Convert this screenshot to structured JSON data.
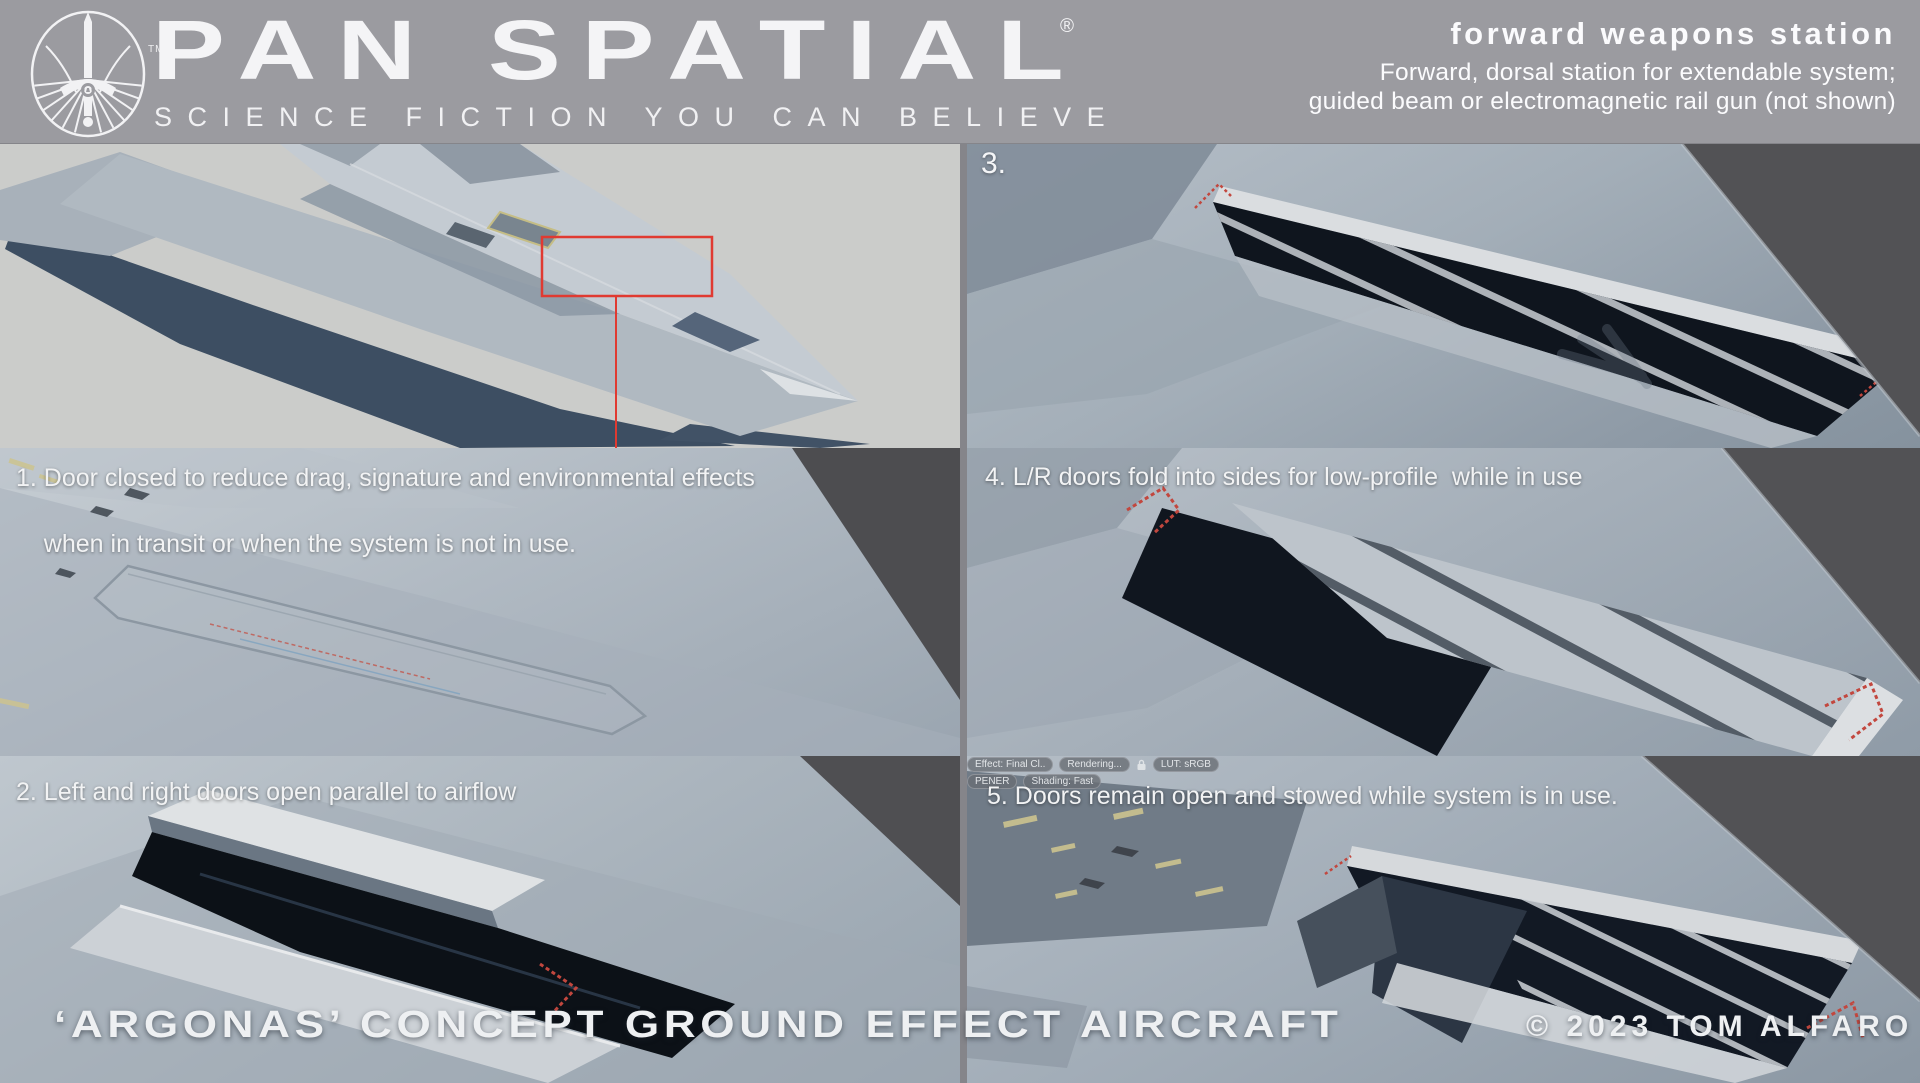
{
  "header": {
    "brand": "PAN SPATIAL",
    "registered": "®",
    "trademark": "TM",
    "tagline": "SCIENCE FICTION YOU CAN BELIEVE",
    "station_title": "forward weapons station",
    "station_desc1": "Forward, dorsal station for extendable system;",
    "station_desc2": "guided beam or electromagnetic rail gun (not shown)"
  },
  "panels": {
    "step1": {
      "line1": "1. Door closed to reduce drag, signature and environmental effects",
      "line2": "when in transit or when the system is not in use."
    },
    "step2": {
      "caption": "2. Left and right doors open parallel to airflow"
    },
    "step3": {
      "label": "3."
    },
    "step4": {
      "caption": "4. L/R doors fold into sides for low-profile  while in use"
    },
    "step5": {
      "caption": "5. Doors remain open and stowed while system is in use."
    }
  },
  "viewport_overlay": {
    "chip_effect": "Effect: Final Cl..",
    "chip_rendering": "Rendering...",
    "chip_lut": "LUT: sRGB",
    "chip_opener": "PENER",
    "chip_shading": "Shading: Fast"
  },
  "footer": {
    "left": "‘ARGONAS’ CONCEPT GROUND EFFECT AIRCRAFT",
    "right": "© 2023 TOM ALFARO"
  },
  "colors": {
    "header_bg": "#9b9ba0",
    "panel_divider": "#85858a",
    "overview_bg": "#cbccca",
    "viewport_dark": "#525255",
    "caption_text": "#f2f3f4",
    "annotation_red": "#e03a31",
    "accent_red": "#c2473e",
    "hull_shadow_navy": "#3d4e62",
    "deck_yellow": "#cdc48f"
  }
}
